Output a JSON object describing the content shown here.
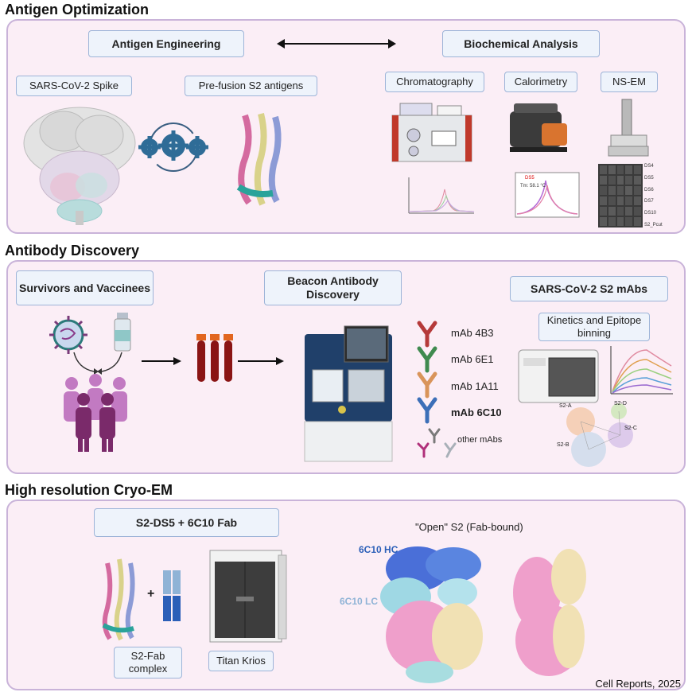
{
  "sections": {
    "antigen_optimization": {
      "title": "Antigen Optimization",
      "antigen_engineering": "Antigen Engineering",
      "biochemical_analysis": "Biochemical Analysis",
      "spike_label": "SARS-CoV-2 Spike",
      "prefusion_label": "Pre-fusion S2 antigens",
      "chromatography": "Chromatography",
      "calorimetry": "Calorimetry",
      "nsem": "NS-EM",
      "dsc_tag": "DS5",
      "dsc_tm": "Tm: 58.1 °C",
      "nsem_rows": [
        "DS4",
        "DS5",
        "DS6",
        "DS7",
        "DS10",
        "S2_Pcut"
      ]
    },
    "antibody_discovery": {
      "title": "Antibody Discovery",
      "survivors": "Survivors and Vaccinees",
      "beacon": "Beacon Antibody Discovery",
      "s2_mabs": "SARS-CoV-2 S2 mAbs",
      "kinetics": "Kinetics and Epitope binning",
      "mabs": [
        "mAb 4B3",
        "mAb 6E1",
        "mAb 1A11",
        "mAb 6C10"
      ],
      "other_mabs": "other mAbs",
      "bin_labels": [
        "S2-A",
        "S2-D",
        "S2-C",
        "S2-B"
      ]
    },
    "cryo_em": {
      "title": "High resolution Cryo-EM",
      "complex_box": "S2-DS5 + 6C10 Fab",
      "open_label": "\"Open\" S2 (Fab-bound)",
      "s2_fab": "S2-Fab complex",
      "titan": "Titan Krios",
      "hc": "6C10 HC",
      "lc": "6C10 LC",
      "plus": "+"
    }
  },
  "credit": "Cell Reports, 2025",
  "colors": {
    "panel_bg": "#fbeef6",
    "panel_border": "#c9b3d9",
    "box_bg": "#eef3fb",
    "mab_4b3": "#b53a3a",
    "mab_6e1": "#3f8a4f",
    "mab_1a11": "#d9945a",
    "mab_6c10": "#3c6fb8"
  }
}
